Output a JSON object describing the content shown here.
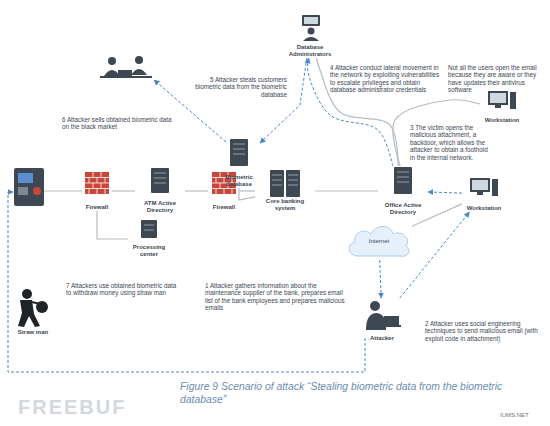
{
  "diagram": {
    "caption": "Figure 9 Scenario of attack “Stealing biometric data from the biometric database”",
    "nodes": [
      {
        "text": [
          "Database Administrators"
        ]
      },
      {
        "text": [
          "Workstation"
        ]
      },
      {
        "text": [
          "Biometric database"
        ]
      },
      {
        "text": [
          "Firewall"
        ]
      },
      {
        "text": [
          "ATM Active Directory"
        ]
      },
      {
        "text": [
          "Firewall"
        ]
      },
      {
        "text": [
          "Core banking system"
        ]
      },
      {
        "text": [
          "Office Active Directory"
        ]
      },
      {
        "text": [
          "Workstation"
        ]
      },
      {
        "text": [
          "Processing center"
        ]
      },
      {
        "text": [
          "Internet"
        ]
      },
      {
        "text": [
          "Straw man"
        ]
      },
      {
        "text": [
          "Attacker"
        ]
      }
    ],
    "edges": [
      {
        "from": 3,
        "to": 4,
        "arrow": "none"
      },
      {
        "from": 4,
        "to": 5,
        "arrow": "none"
      },
      {
        "from": 5,
        "to": 6,
        "arrow": "none"
      },
      {
        "from": 6,
        "to": 7,
        "arrow": "none"
      },
      {
        "from": 3,
        "to": 9,
        "arrow": "none"
      },
      {
        "from": 2,
        "to": 6,
        "arrow": "none"
      },
      {
        "from": 7,
        "to": 0,
        "arrow": "none"
      },
      {
        "from": 7,
        "to": 0,
        "arrow": "to"
      },
      {
        "from": 0,
        "to": 2,
        "arrow": "to"
      },
      {
        "from": 7,
        "to": 1,
        "arrow": "none"
      },
      {
        "from": 8,
        "to": 7,
        "arrow": "to"
      },
      {
        "from": 10,
        "to": 8,
        "arrow": "none"
      },
      {
        "from": 10,
        "to": 12,
        "arrow": "to"
      },
      {
        "from": 12,
        "to": 8,
        "arrow": "to"
      }
    ],
    "labels": [
      "4 Attacker conduct lateral movement in the network by exploiting vulnerabilities to escalate privileges and obtain database administrator credentials",
      "Not all the users open the email because they are aware or they have updates their antivirus software",
      "5 Attacker steals customers biometric data from the biometric database",
      "6 Attacker sells obtained biometric data on the black market",
      "3 The victim opens the malicious attachment, a backdoor, which allows the attacker to obtain a foothold in the internal network.",
      "7 Attackers use obtained biometric data to withdraw money using straw man",
      "1 Attacker gathers information about the maintenance supplier of the bank, prepares email list of the bank employees and prepares malicious emails",
      "2 Attacker uses social engineering techniques to send malicious email (with exploit code in attachment)",
      "FREEBUF",
      "IUMS.NET"
    ]
  }
}
